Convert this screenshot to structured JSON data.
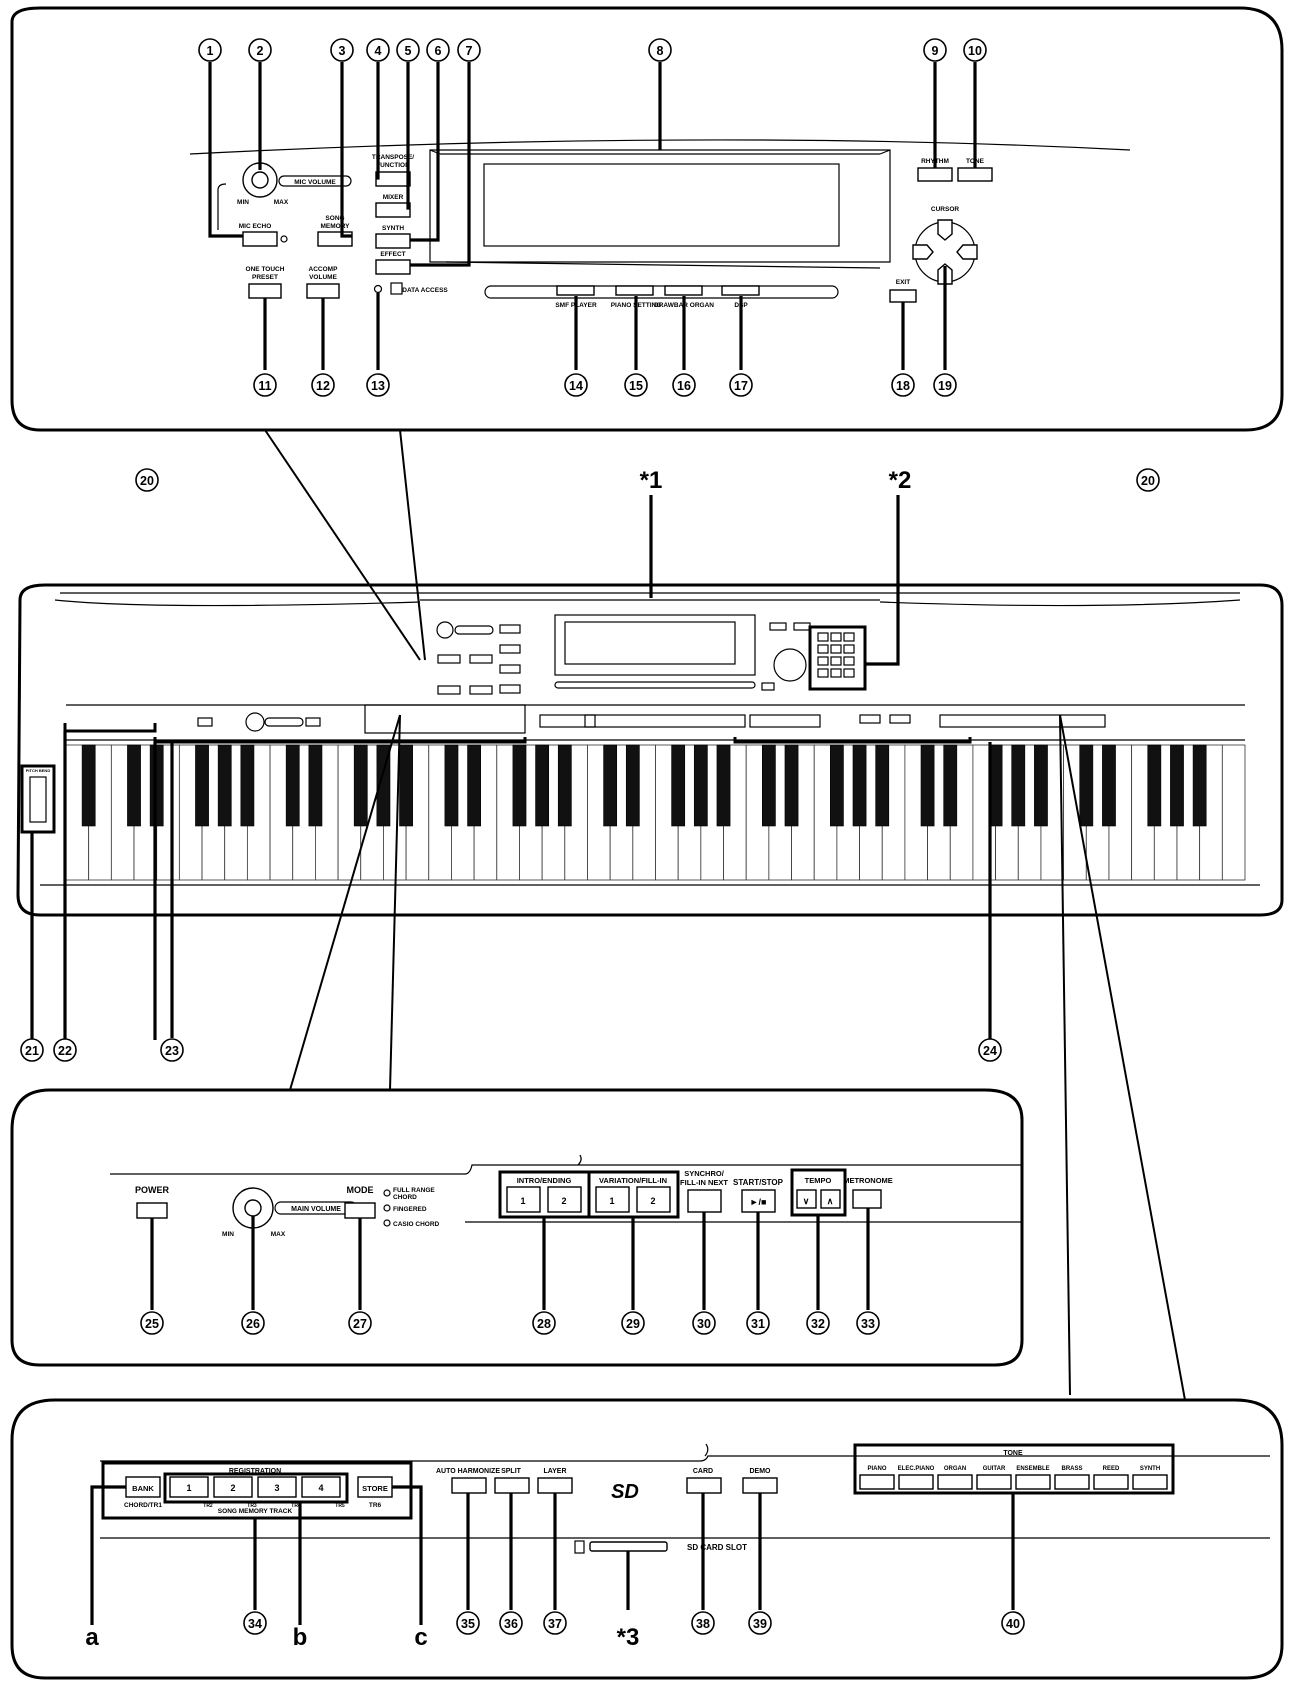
{
  "callouts": {
    "c1": "1",
    "c2": "2",
    "c3": "3",
    "c4": "4",
    "c5": "5",
    "c6": "6",
    "c7": "7",
    "c8": "8",
    "c9": "9",
    "c10": "10",
    "c11": "11",
    "c12": "12",
    "c13": "13",
    "c14": "14",
    "c15": "15",
    "c16": "16",
    "c17": "17",
    "c18": "18",
    "c19": "19",
    "c20": "20",
    "c21": "21",
    "c22": "22",
    "c23": "23",
    "c24": "24",
    "c25": "25",
    "c26": "26",
    "c27": "27",
    "c28": "28",
    "c29": "29",
    "c30": "30",
    "c31": "31",
    "c32": "32",
    "c33": "33",
    "c34": "34",
    "c35": "35",
    "c36": "36",
    "c37": "37",
    "c38": "38",
    "c39": "39",
    "c40": "40"
  },
  "notes": {
    "n1": "*1",
    "n2": "*2",
    "n3": "*3"
  },
  "letters": {
    "a": "a",
    "b": "b",
    "c": "c"
  },
  "top_panel": {
    "mic_volume": "MIC VOLUME",
    "min": "MIN",
    "max": "MAX",
    "mic_echo": "MIC ECHO",
    "song_memory_1": "SONG",
    "song_memory_2": "MEMORY",
    "transpose_1": "TRANSPOSE/",
    "transpose_2": "FUNCTION",
    "mixer": "MIXER",
    "synth": "SYNTH",
    "effect": "EFFECT",
    "one_touch_1": "ONE TOUCH",
    "one_touch_2": "PRESET",
    "accomp_1": "ACCOMP",
    "accomp_2": "VOLUME",
    "data_access": "DATA ACCESS",
    "smf_player": "SMF PLAYER",
    "piano_setting": "PIANO SETTING",
    "drawbar_organ": "DRAWBAR ORGAN",
    "dsp": "DSP",
    "rhythm": "RHYTHM",
    "tone": "TONE",
    "cursor": "CURSOR",
    "exit": "EXIT"
  },
  "left_panel": {
    "power": "POWER",
    "main_volume": "MAIN VOLUME",
    "min": "MIN",
    "max": "MAX",
    "mode": "MODE",
    "mode_opt1a": "FULL RANGE",
    "mode_opt1b": "CHORD",
    "mode_opt2": "FINGERED",
    "mode_opt3": "CASIO CHORD",
    "intro_ending": "INTRO/ENDING",
    "variation_fill": "VARIATION/FILL-IN",
    "one": "1",
    "two": "2",
    "synchro_1": "SYNCHRO/",
    "synchro_2": "FILL-IN NEXT",
    "start_stop": "START/STOP",
    "start_stop_symbol": "►/■",
    "tempo": "TEMPO",
    "tempo_down": "∨",
    "tempo_up": "∧",
    "metronome": "METRONOME"
  },
  "right_panel": {
    "registration": "REGISTRATION",
    "bank": "BANK",
    "bank_sub": "CHORD/TR1",
    "reg_buttons": [
      "1",
      "2",
      "3",
      "4"
    ],
    "reg_subs": [
      "TR2",
      "TR3",
      "TR4",
      "TR5"
    ],
    "store": "STORE",
    "store_sub": "TR6",
    "song_memory_track": "SONG MEMORY TRACK",
    "auto_harmonize": "AUTO HARMONIZE",
    "split": "SPLIT",
    "layer": "LAYER",
    "sd_logo": "SD",
    "card": "CARD",
    "demo": "DEMO",
    "sd_card_slot": "SD CARD SLOT",
    "tone_title": "TONE",
    "tone_buttons": [
      "PIANO",
      "ELEC.PIANO",
      "ORGAN",
      "GUITAR",
      "ENSEMBLE",
      "BRASS",
      "REED",
      "SYNTH"
    ]
  },
  "keyboard": {
    "pitch_bend": "PITCH BEND"
  }
}
